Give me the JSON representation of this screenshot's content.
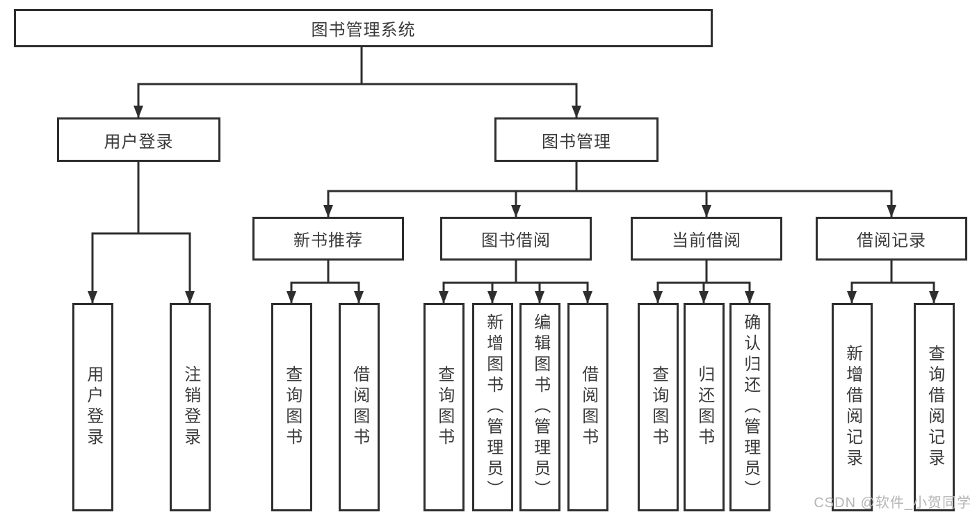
{
  "title": "图书管理系统",
  "watermark": "CSDN @软件_小贺同学",
  "colors": {
    "line": "#2e2e2e",
    "border": "#2e2e2e",
    "text": "#3a3a3a",
    "watermark": "#b5b5b5",
    "background": "#ffffff"
  },
  "nodes": {
    "root": {
      "label": "图书管理系统"
    },
    "l2": [
      {
        "label": "用户登录"
      },
      {
        "label": "图书管理"
      }
    ],
    "l3": [
      {
        "label": "新书推荐"
      },
      {
        "label": "图书借阅"
      },
      {
        "label": "当前借阅"
      },
      {
        "label": "借阅记录"
      }
    ],
    "l4": [
      {
        "label": "用户登录"
      },
      {
        "label": "注销登录"
      },
      {
        "label": "查询图书"
      },
      {
        "label": "借阅图书"
      },
      {
        "label": "查询图书"
      },
      {
        "label": "新增图书（管理员）"
      },
      {
        "label": "编辑图书（管理员）"
      },
      {
        "label": "借阅图书"
      },
      {
        "label": "查询图书"
      },
      {
        "label": "归还图书"
      },
      {
        "label": "确认归还（管理员）"
      },
      {
        "label": "新增借阅记录"
      },
      {
        "label": "查询借阅记录"
      }
    ]
  },
  "hierarchy": {
    "图书管理系统": {
      "用户登录": [
        "用户登录",
        "注销登录"
      ],
      "图书管理": {
        "新书推荐": [
          "查询图书",
          "借阅图书"
        ],
        "图书借阅": [
          "查询图书",
          "新增图书（管理员）",
          "编辑图书（管理员）",
          "借阅图书"
        ],
        "当前借阅": [
          "查询图书",
          "归还图书",
          "确认归还（管理员）"
        ],
        "借阅记录": [
          "新增借阅记录",
          "查询借阅记录"
        ]
      }
    }
  }
}
